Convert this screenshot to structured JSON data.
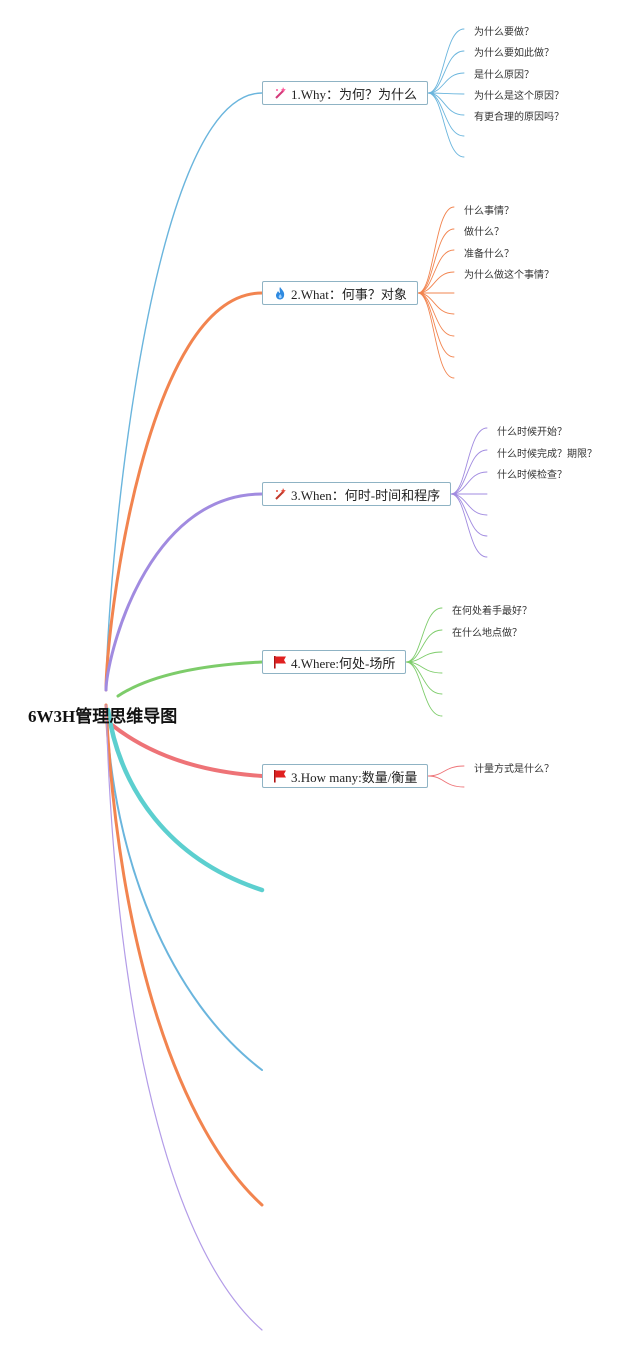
{
  "root": {
    "title": "6W3H管理思维导图"
  },
  "colors": {
    "blue": "#6ab5dd",
    "orange": "#f2844f",
    "purple": "#a18be0",
    "green": "#7dcc6a",
    "red": "#ee7377",
    "teal": "#5ccfcf",
    "lavender": "#b39ce8"
  },
  "branches": [
    {
      "label": "1.Why：为何？为什么",
      "icon": "wand-icon",
      "leaves": [
        "为什么要做？",
        "为什么要如此做？",
        "是什么原因？",
        "为什么是这个原因？",
        "有更合理的原因吗？"
      ]
    },
    {
      "label": "2.What：何事？对象",
      "icon": "flame-icon",
      "leaves": [
        "什么事情？",
        "做什么？",
        "准备什么？",
        "为什么做这个事情？"
      ]
    },
    {
      "label": "3.When：何时-时间和程序",
      "icon": "wand-icon",
      "leaves": [
        "什么时候开始？",
        "什么时候完成？期限？",
        "什么时候检查？"
      ]
    },
    {
      "label": "4.Where:何处-场所",
      "icon": "flag-icon",
      "leaves": [
        "在何处着手最好？",
        "在什么地点做？"
      ]
    },
    {
      "label": "3.How many:数量/衡量",
      "icon": "flag-icon",
      "leaves": [
        "计量方式是什么？"
      ]
    }
  ]
}
